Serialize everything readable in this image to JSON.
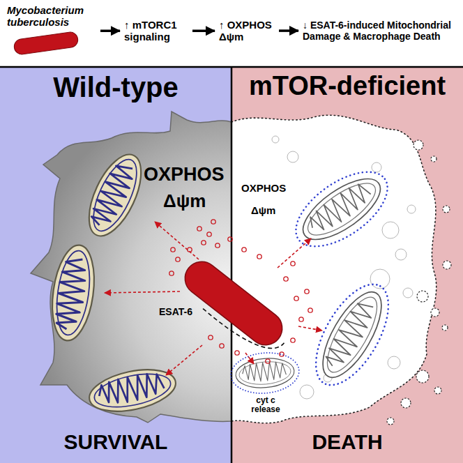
{
  "diagram": {
    "nodes": [
      {
        "text": [
          "Mycobacterium tuberculosis"
        ]
      },
      {
        "text": [
          "↑ mTORC1 signaling"
        ]
      },
      {
        "text": [
          "↑ OXPHOS Δψm"
        ]
      },
      {
        "text": [
          "↓ ESAT-6-induced Mitochondrial Damage & Macrophage Death"
        ]
      },
      {
        "text": [
          "Wild-type",
          "SURVIVAL"
        ]
      },
      {
        "text": [
          "mTOR-deficient",
          "DEATH"
        ]
      }
    ],
    "edges": [
      {
        "from": 0,
        "to": 1,
        "arrow": "to"
      },
      {
        "from": 1,
        "to": 2,
        "arrow": "to"
      },
      {
        "from": 2,
        "to": 3,
        "arrow": "to"
      }
    ],
    "labels": [
      "OXPHOS",
      "Δψm",
      "ESAT-6",
      "OXPHOS",
      "Δψm",
      "cyt c release"
    ]
  }
}
